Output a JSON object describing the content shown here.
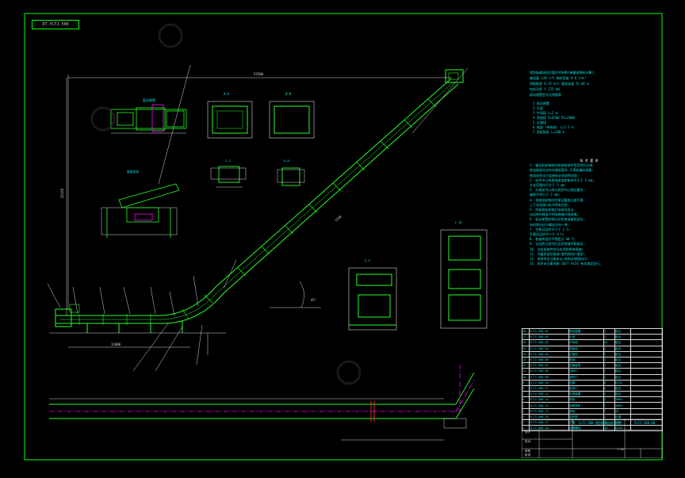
{
  "sheet": {
    "corner_title": "DT-YLTJ-500",
    "colors": {
      "frame": "#00ff00",
      "drawing": "#22ff22",
      "cyan": "#00e0e0",
      "magenta": "#ff00ff",
      "white": "#ffffff",
      "red": "#ff3030"
    }
  },
  "notes": [
    "埋刮板输送机主要技术参数(按输送物料计算):",
    "输送量   120 t/h   物料密度 0.8 t/m³",
    "刮板链速  0.32 m/s  输送长度 约 60 m",
    "电机功率  Y 225 kW",
    "驱动装置型号见明细表"
  ],
  "legend": [
    "1  驱动装置",
    "2  头部",
    "3  中间段 L=2 m",
    "4  弯曲段 R=4500  R3=2000",
    "5  过渡段",
    "6  尾部 (带张紧) L=2.5 m",
    "7  刮板链条 L=200 m"
  ],
  "tech": {
    "heading": "技 术 要 求",
    "lines": [
      "1. 输送机安装前应检查各部件是否完好无损;",
      "   各连接部位应符合图纸要求,不得有漏料现象;",
      "   各段机壳法兰连接处必须加密封垫;",
      "2. 机壳中心线直线度误差每米不大于 1 mm;",
      "   全长范围内不大于 5 mm;",
      "3. 头尾轮中心线与机壳中心线应重合;",
      "   偏差不得大于 2 mm;",
      "4. 弯曲段安装时应保证圆弧过渡平滑:",
      "   上下导轨接口处不得有台阶;",
      "5. 刮板链条安装后张紧应适当,",
      "   试运转时链条不得有跑偏卡链现象;",
      "6. 驱动装置安装后应检查减速机油位;",
      "   电机转向应与输送方向一致;",
      "7. 空载试运转不少于 2 h;",
      "   负载试运转不少于 4 h;",
      "8. 各轴承温升不得超过 40 ℃;",
      "9. 试运转过程中应无异常噪声和振动;",
      "10. 全机组装完毕后应涂防锈漆两遍;",
      "11. 外露表面涂面漆,颜色按用户要求;",
      "12. 安装时应注意安全,按有关规程执行;",
      "13. 其余未注事项按 JB/T 9154 有关规定执行。"
    ]
  },
  "bom": {
    "rows": [
      [
        "18",
        "YLTJ-500-01",
        "驱动装置",
        "1",
        "组合",
        ""
      ],
      [
        "17",
        "YLTJ-500-02",
        "头部",
        "1",
        "组合",
        ""
      ],
      [
        "16",
        "YLTJ-500-03",
        "中间段",
        "24",
        "组合",
        ""
      ],
      [
        "15",
        "YLTJ-500-04",
        "弯曲段",
        "1",
        "组合",
        ""
      ],
      [
        "14",
        "YLTJ-500-05",
        "过渡段",
        "2",
        "组合",
        ""
      ],
      [
        "13",
        "YLTJ-500-06",
        "尾部",
        "1",
        "组合",
        ""
      ],
      [
        "12",
        "YLTJ-500-07",
        "刮板链条",
        "1",
        "组合",
        ""
      ],
      [
        "11",
        "YLTJ-500-08",
        "加料口",
        "2",
        "组合",
        ""
      ],
      [
        "10",
        "YLTJ-500-09",
        "卸料口",
        "1",
        "组合",
        ""
      ],
      [
        "9",
        "YLTJ-500-10",
        "支腿",
        "8",
        "Q235",
        ""
      ],
      [
        "8",
        "YLTJ-500-11",
        "检查门",
        "4",
        "组合",
        ""
      ],
      [
        "7",
        "YLTJ-500-12",
        "张紧装置",
        "1",
        "组合",
        ""
      ],
      [
        "6",
        "YLTJ-500-13",
        "导轨",
        "2",
        "16Mn",
        ""
      ],
      [
        "5",
        "YLTJ-500-14",
        "回程导轨",
        "2",
        "16Mn",
        ""
      ],
      [
        "4",
        "YLTJ-500-15",
        "链轮",
        "2",
        "45",
        ""
      ],
      [
        "3",
        "YLTJ-500-16",
        "密封垫",
        "1",
        "石棉",
        ""
      ],
      [
        "2",
        "YLTJ-500-17",
        "护罩",
        "1",
        "Q235",
        ""
      ],
      [
        "1",
        "YLTJ-500-18",
        "地脚螺栓",
        "16",
        "Q235",
        ""
      ]
    ]
  },
  "title_block": {
    "drawing_name": "YLTJ-500 埋刮板输送机总图",
    "drawing_code": "YLTJ-500-00",
    "scale": "1:50",
    "sig_rows": [
      "设计",
      "校对",
      "审核",
      "批准"
    ]
  },
  "views": [
    {
      "label": "驱动装置"
    },
    {
      "label": "A—A"
    },
    {
      "label": "B—B"
    },
    {
      "label": "C—C"
    },
    {
      "label": "D—D"
    },
    {
      "label": "尾部张紧"
    },
    {
      "label": "E—E"
    },
    {
      "label": "F 向"
    }
  ],
  "dims": {
    "total_length": "53500",
    "height": "20150",
    "angle": "45°",
    "span": "12000",
    "drop": "7200"
  }
}
